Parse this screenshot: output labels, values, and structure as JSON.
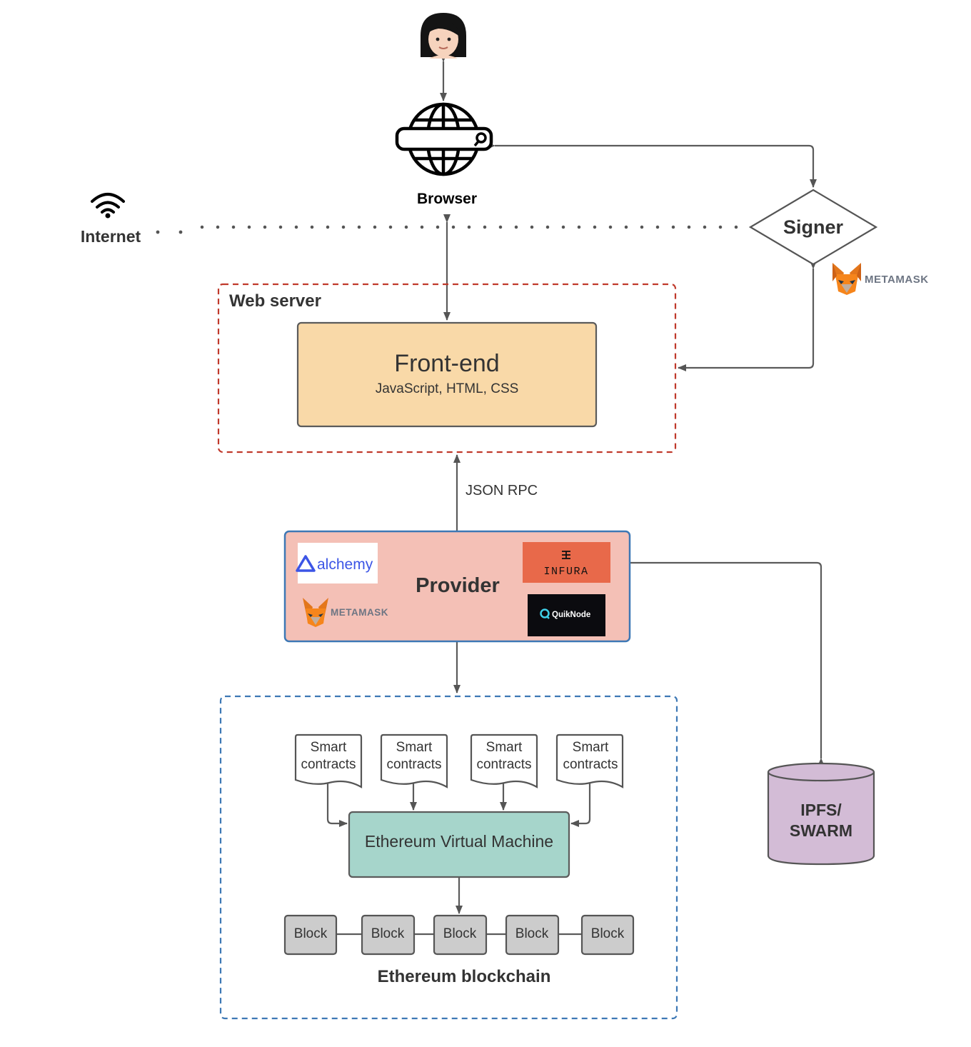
{
  "user": {
    "icon": "woman-avatar-icon"
  },
  "browser": {
    "label": "Browser",
    "icon": "globe-browser-icon"
  },
  "internet": {
    "label": "Internet",
    "icon": "wifi-icon"
  },
  "signer": {
    "label": "Signer",
    "logo": {
      "text": "METAMASK",
      "icon": "metamask-fox-icon"
    }
  },
  "web_server": {
    "label": "Web server",
    "frontend": {
      "title": "Front-end",
      "subtitle": "JavaScript, HTML, CSS"
    }
  },
  "json_rpc": {
    "label": "JSON RPC"
  },
  "provider": {
    "label": "Provider",
    "logos": {
      "alchemy": "alchemy",
      "metamask": "METAMASK",
      "infura": "INFURA",
      "quicknode": "QuikNode"
    }
  },
  "blockchain": {
    "label": "Ethereum blockchain",
    "smart_contracts": [
      {
        "line1": "Smart",
        "line2": "contracts"
      },
      {
        "line1": "Smart",
        "line2": "contracts"
      },
      {
        "line1": "Smart",
        "line2": "contracts"
      },
      {
        "line1": "Smart",
        "line2": "contracts"
      }
    ],
    "evm": {
      "label": "Ethereum Virtual Machine"
    },
    "blocks": [
      "Block",
      "Block",
      "Block",
      "Block",
      "Block"
    ]
  },
  "storage": {
    "line1": "IPFS/",
    "line2": "SWARM"
  },
  "colors": {
    "frontend_fill": "#f9d9a8",
    "provider_fill": "#f4c0b6",
    "provider_border": "#3d78b5",
    "webserver_border": "#c0392b",
    "blockchain_border": "#3d78b5",
    "evm_fill": "#a6d5cb",
    "block_fill": "#cccccc",
    "storage_fill": "#d3bcd6",
    "infura": "#e8694a",
    "quicknode": "#0b0b0f",
    "alchemy": "#3c55e6",
    "metamask_text": "#6d7583",
    "arrow": "#555555"
  }
}
